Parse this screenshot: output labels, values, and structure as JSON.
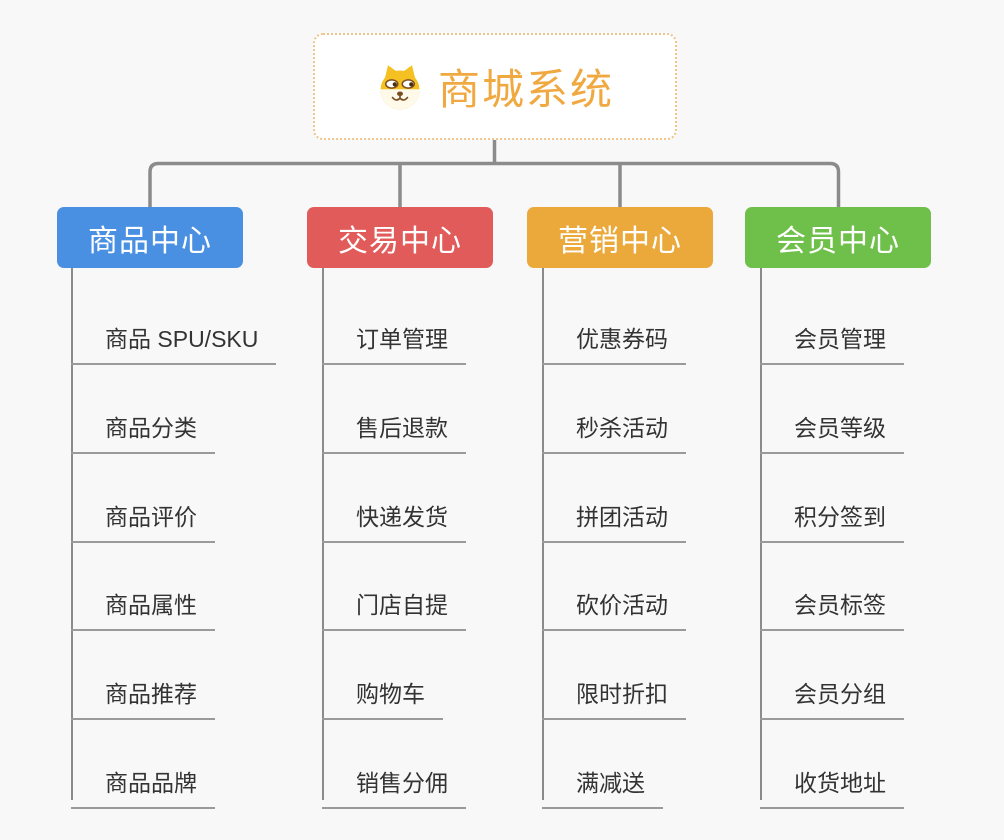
{
  "root": {
    "label": "商城系统",
    "icon": "dog-face-icon"
  },
  "branches": [
    {
      "label": "商品中心",
      "color": "#4a90e2",
      "children": [
        "商品 SPU/SKU",
        "商品分类",
        "商品评价",
        "商品属性",
        "商品推荐",
        "商品品牌"
      ]
    },
    {
      "label": "交易中心",
      "color": "#e25b5b",
      "children": [
        "订单管理",
        "售后退款",
        "快递发货",
        "门店自提",
        "购物车",
        "销售分佣"
      ]
    },
    {
      "label": "营销中心",
      "color": "#eba93c",
      "children": [
        "优惠券码",
        "秒杀活动",
        "拼团活动",
        "砍价活动",
        "限时折扣",
        "满减送"
      ]
    },
    {
      "label": "会员中心",
      "color": "#6fc04a",
      "children": [
        "会员管理",
        "会员等级",
        "积分签到",
        "会员标签",
        "会员分组",
        "收货地址"
      ]
    }
  ],
  "colors": {
    "background": "#f8f8f8",
    "connector_line": "#8b8b8b",
    "leaf_underline": "#9a9a9a",
    "leaf_text": "#333333",
    "root_text": "#f0a941",
    "root_border": "#efc48a"
  }
}
